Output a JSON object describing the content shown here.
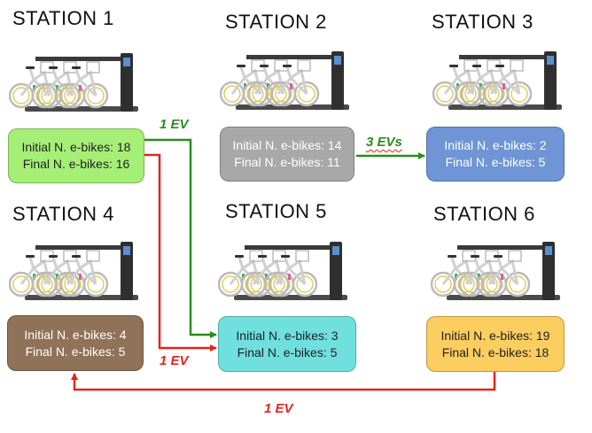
{
  "colors": {
    "green_arrow": "#2a8c1e",
    "red_arrow": "#e0261c",
    "station1_box": "#a6ef76",
    "station2_box": "#a8a8a8",
    "station3_box": "#6f95d6",
    "station4_box": "#8f7257",
    "station5_box": "#6fe0de",
    "station6_box": "#fccd5f"
  },
  "stations": [
    {
      "title": "STATION 1",
      "initial": "Initial N. e-bikes: 18",
      "final": "Final N. e-bikes: 16"
    },
    {
      "title": "STATION 2",
      "initial": "Initial N. e-bikes: 14",
      "final": "Final N. e-bikes: 11"
    },
    {
      "title": "STATION 3",
      "initial": "Initial N. e-bikes: 2",
      "final": "Final N. e-bikes: 5"
    },
    {
      "title": "STATION 4",
      "initial": "Initial N. e-bikes: 4",
      "final": "Final N. e-bikes: 5"
    },
    {
      "title": "STATION 5",
      "initial": "Initial N. e-bikes: 3",
      "final": "Final N. e-bikes: 5"
    },
    {
      "title": "STATION 6",
      "initial": "Initial N. e-bikes: 19",
      "final": "Final N. e-bikes: 18"
    }
  ],
  "transfers": [
    {
      "label": "1 EV"
    },
    {
      "label": "3 EVs"
    },
    {
      "label": "1 EV"
    },
    {
      "label": "1 EV"
    }
  ]
}
